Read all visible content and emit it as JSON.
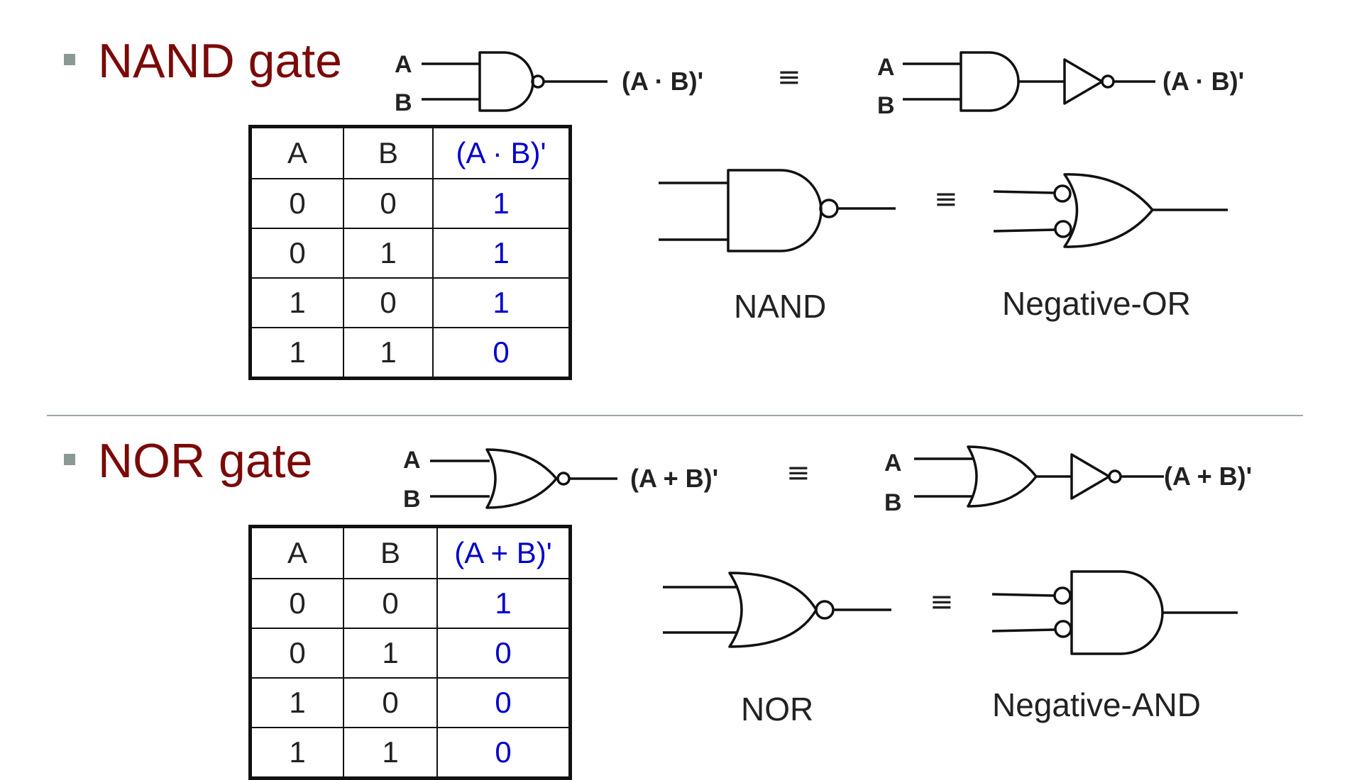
{
  "nand": {
    "heading": "NAND gate",
    "input_a": "A",
    "input_b": "B",
    "expr": "(A · B)'",
    "equiv": "≡",
    "caption_left": "NAND",
    "caption_right": "Negative-OR",
    "table": {
      "headers": [
        "A",
        "B",
        "(A · B)'"
      ],
      "rows": [
        [
          "0",
          "0",
          "1"
        ],
        [
          "0",
          "1",
          "1"
        ],
        [
          "1",
          "0",
          "1"
        ],
        [
          "1",
          "1",
          "0"
        ]
      ]
    }
  },
  "nor": {
    "heading": "NOR gate",
    "input_a": "A",
    "input_b": "B",
    "expr": "(A + B)'",
    "equiv": "≡",
    "caption_left": "NOR",
    "caption_right": "Negative-AND",
    "table": {
      "headers": [
        "A",
        "B",
        "(A + B)'"
      ],
      "rows": [
        [
          "0",
          "0",
          "1"
        ],
        [
          "0",
          "1",
          "0"
        ],
        [
          "1",
          "0",
          "0"
        ],
        [
          "1",
          "1",
          "0"
        ]
      ]
    }
  },
  "colors": {
    "heading": "#7a0a08",
    "output_column": "#0000cc",
    "bullet": "#8a9a92",
    "divider": "#9aa8a2"
  }
}
